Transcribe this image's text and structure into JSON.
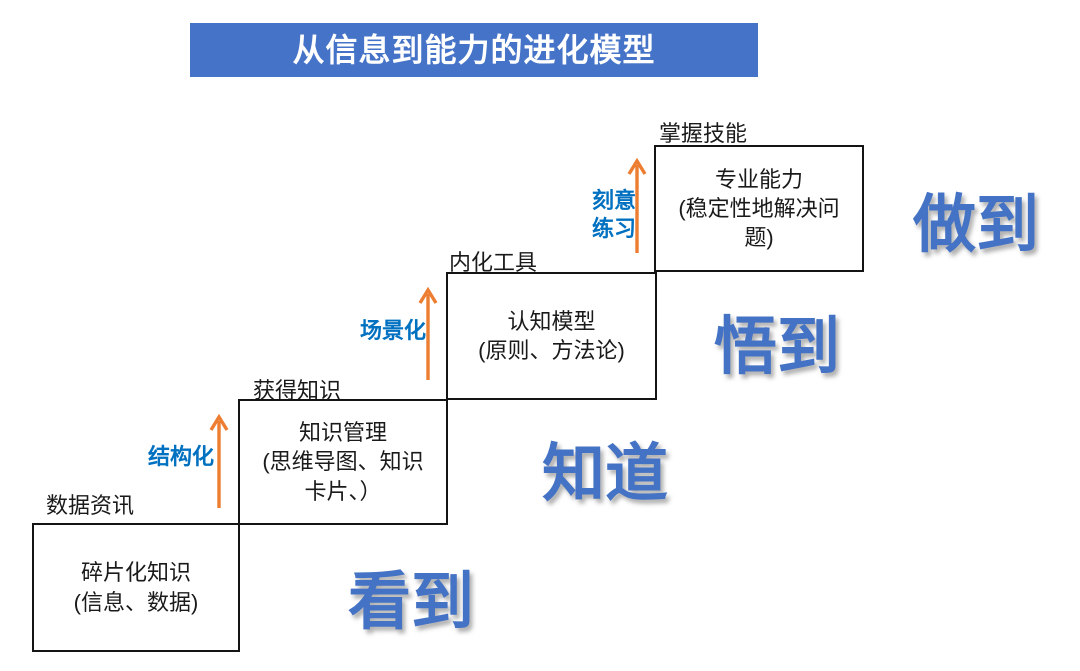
{
  "title": {
    "text": "从信息到能力的进化模型"
  },
  "colors": {
    "banner_bg": "#4573C7",
    "banner_text": "#FFFFFF",
    "big_word": "#4472C4",
    "transition_label": "#0070C0",
    "arrow": "#ED7D31",
    "box_border": "#141414",
    "ink": "#1A1A1A"
  },
  "steps": [
    {
      "label": "数据资讯",
      "lines": [
        "碎片化知识",
        "(信息、数据)"
      ],
      "big_word": "看到"
    },
    {
      "label": "获得知识",
      "lines": [
        "知识管理",
        "(思维导图、知识",
        "卡片、）"
      ],
      "big_word": "知道"
    },
    {
      "label": "内化工具",
      "lines": [
        "认知模型",
        "(原则、方法论)"
      ],
      "big_word": "悟到"
    },
    {
      "label": "掌握技能",
      "lines": [
        "专业能力",
        "(稳定性地解决问",
        "题)"
      ],
      "big_word": "做到"
    }
  ],
  "transitions": [
    {
      "label": "结构化"
    },
    {
      "label": "场景化"
    },
    {
      "label": "刻意练习"
    }
  ]
}
